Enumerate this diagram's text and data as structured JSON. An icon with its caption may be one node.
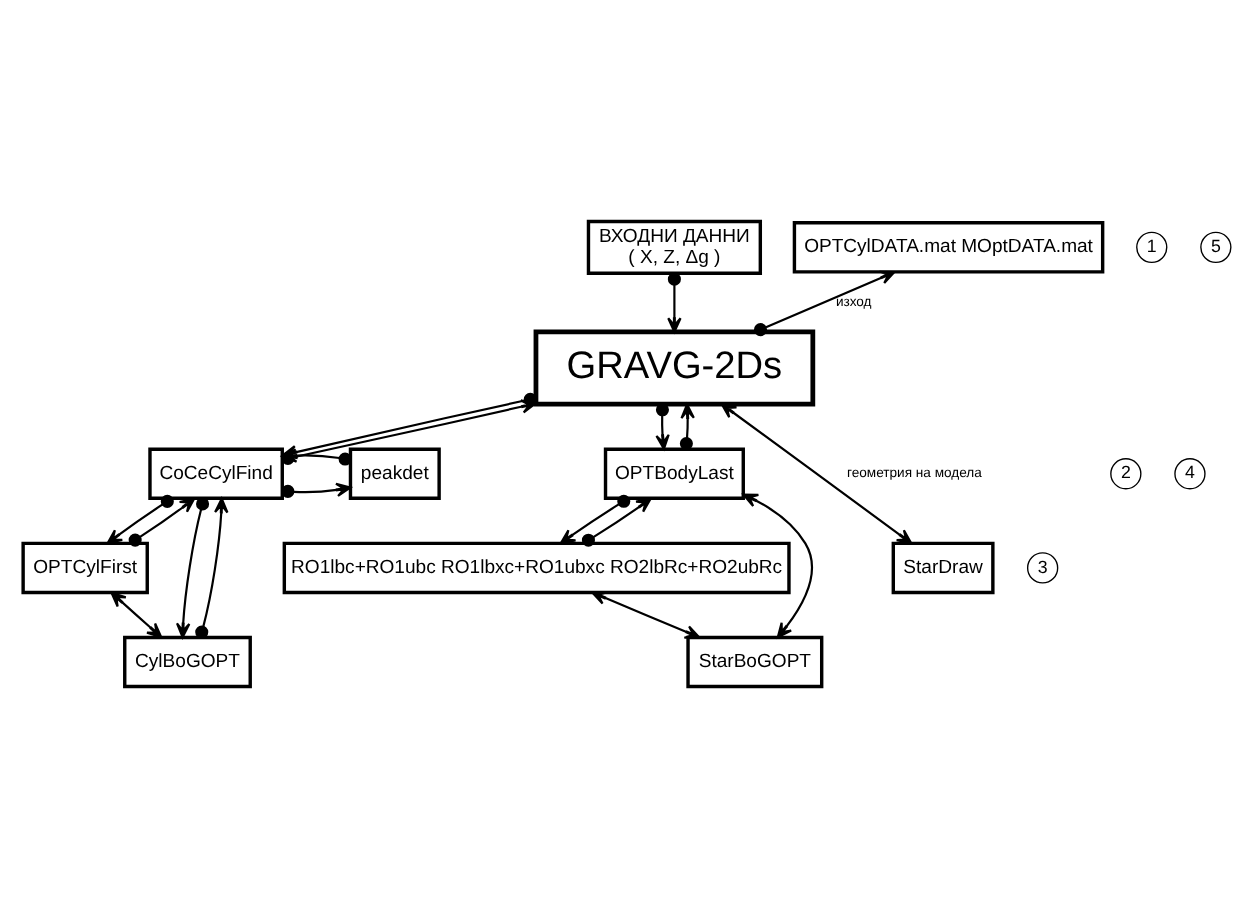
{
  "diagram": {
    "nodes": [
      {
        "text": [
          "ВХОДНИ ДАННИ",
          "( X, Z, Δg )"
        ]
      },
      {
        "text": [
          "OPTCylDATA.mat MOptDATA.mat"
        ]
      },
      {
        "text": [
          "GRAVG-2Ds"
        ]
      },
      {
        "text": [
          "CoCeCylFind"
        ]
      },
      {
        "text": [
          "peakdet"
        ]
      },
      {
        "text": [
          "OPTBodyLast"
        ]
      },
      {
        "text": [
          "OPTCylFirst"
        ]
      },
      {
        "text": [
          "StarDraw"
        ]
      },
      {
        "text": [
          "RO1lbc+RO1ubc RO1lbxc+RO1ubxc RO2lbRc+RO2ubRc"
        ]
      },
      {
        "text": [
          "CylBoGOPT"
        ]
      },
      {
        "text": [
          "StarBoGOPT"
        ]
      }
    ],
    "edges": [
      {
        "from": 0,
        "to": 2,
        "arrow": "to"
      },
      {
        "from": 2,
        "to": 1,
        "arrow": "to",
        "label": "изход"
      },
      {
        "from": 2,
        "to": 3,
        "arrow": "to"
      },
      {
        "from": 3,
        "to": 2,
        "arrow": "to"
      },
      {
        "from": 3,
        "to": 4,
        "arrow": "to"
      },
      {
        "from": 4,
        "to": 3,
        "arrow": "to"
      },
      {
        "from": 2,
        "to": 5,
        "arrow": "to"
      },
      {
        "from": 5,
        "to": 2,
        "arrow": "to"
      },
      {
        "from": 2,
        "to": 7,
        "arrow": "both",
        "label": "геометрия на модела"
      },
      {
        "from": 3,
        "to": 6,
        "arrow": "to"
      },
      {
        "from": 3,
        "to": 9,
        "arrow": "to"
      },
      {
        "from": 6,
        "to": 3,
        "arrow": "to"
      },
      {
        "from": 9,
        "to": 3,
        "arrow": "to"
      },
      {
        "from": 6,
        "to": 9,
        "arrow": "both"
      },
      {
        "from": 5,
        "to": 8,
        "arrow": "to"
      },
      {
        "from": 8,
        "to": 5,
        "arrow": "to"
      },
      {
        "from": 8,
        "to": 10,
        "arrow": "both"
      },
      {
        "from": 5,
        "to": 10,
        "arrow": "both"
      }
    ],
    "labels": [
      "1",
      "5",
      "2",
      "4",
      "3"
    ]
  }
}
